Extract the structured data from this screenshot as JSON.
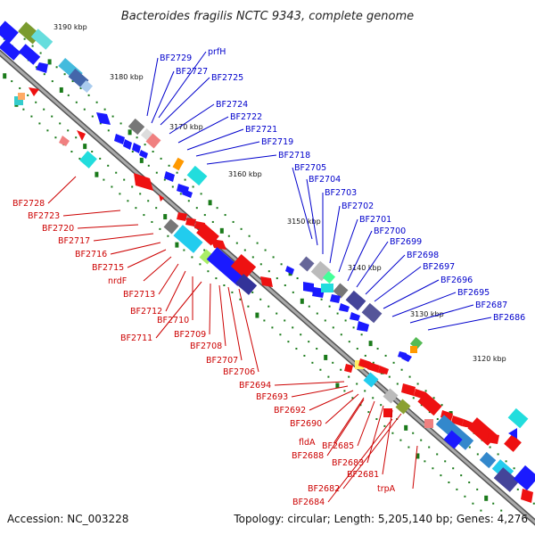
{
  "title": "Bacteroides fragilis NCTC 9343, complete genome",
  "accession": "Accession: NC_003228",
  "summary": "Topology: circular; Length: 5,205,140 bp; Genes: 4,276",
  "ticks": [
    "3190 kbp",
    "3180 kbp",
    "3170 kbp",
    "3160 kbp",
    "3150 kbp",
    "3140 kbp",
    "3130 kbp",
    "3120 kbp"
  ],
  "forward_labels": [
    "BF2729",
    "prfH",
    "BF2727",
    "BF2725",
    "BF2724",
    "BF2722",
    "BF2721",
    "BF2719",
    "BF2718",
    "BF2705",
    "BF2704",
    "BF2703",
    "BF2702",
    "BF2701",
    "BF2700",
    "BF2699",
    "BF2698",
    "BF2697",
    "BF2696",
    "BF2695",
    "BF2687",
    "BF2686"
  ],
  "reverse_labels": [
    "BF2728",
    "BF2723",
    "BF2720",
    "BF2717",
    "BF2716",
    "BF2715",
    "nrdF",
    "BF2713",
    "BF2712",
    "BF2710",
    "BF2711",
    "BF2709",
    "BF2708",
    "BF2707",
    "BF2706",
    "BF2694",
    "BF2693",
    "BF2692",
    "BF2690",
    "fldA",
    "BF2685",
    "BF2688",
    "BF2683",
    "BF2681",
    "BF2682",
    "trpA",
    "BF2684"
  ],
  "colors": {
    "forward": "#0000cc",
    "reverse": "#cc0000",
    "backbone": "#888888",
    "tick": "#1a7a1a"
  }
}
